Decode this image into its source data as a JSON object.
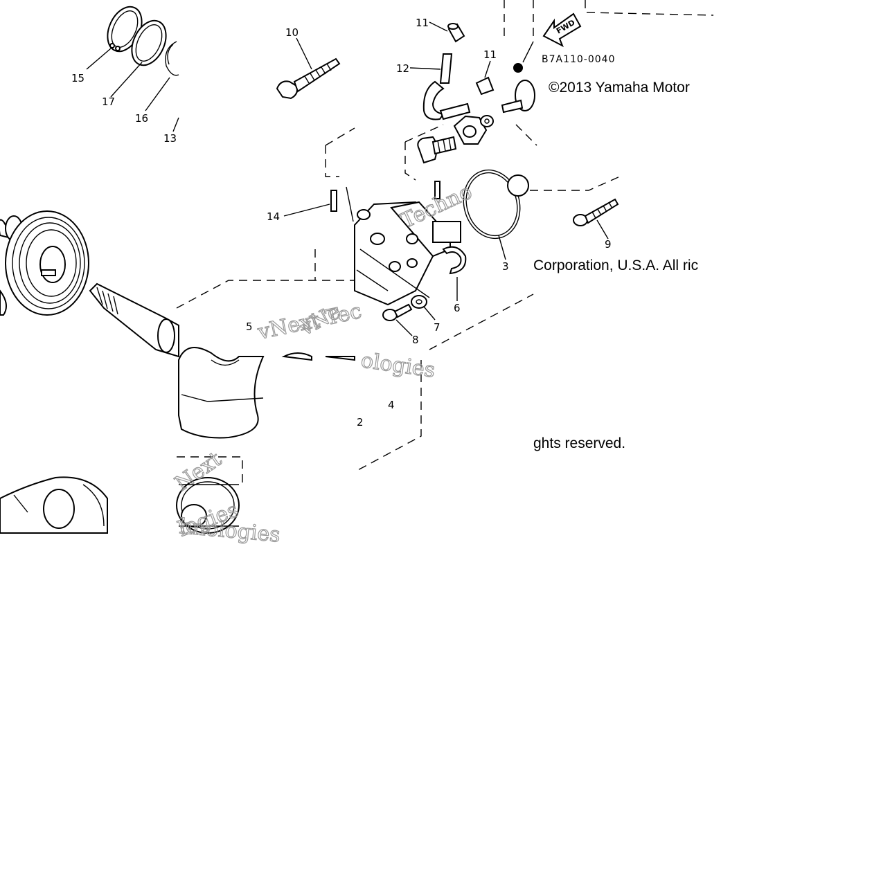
{
  "diagram": {
    "code": "B7A110-0040",
    "direction_label": "FWD",
    "copyright_fragments": [
      "©2013 Yamaha Motor",
      "Corporation, U.S.A. All ric",
      "ghts reserved."
    ],
    "watermark_fragments": [
      "vNext Tec",
      "Techno",
      "vNe",
      "ologies",
      "Next",
      "logies",
      "hnologies"
    ],
    "part_numbers": [
      "2",
      "3",
      "4",
      "5",
      "6",
      "7",
      "8",
      "9",
      "10",
      "11",
      "11",
      "12",
      "13",
      "14",
      "15",
      "16",
      "17"
    ]
  },
  "colors": {
    "ink": "#000000",
    "watermark": "#999999",
    "background": "#ffffff"
  }
}
